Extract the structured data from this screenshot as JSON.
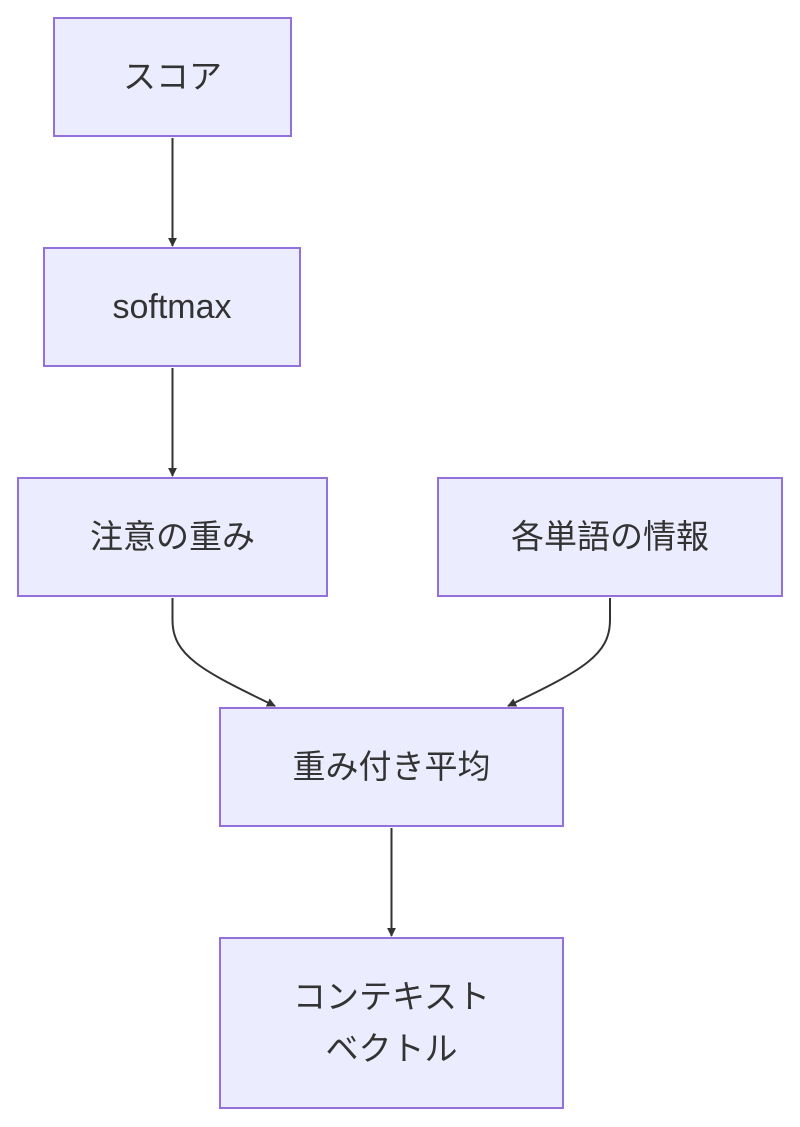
{
  "nodes": {
    "score": "スコア",
    "softmax": "softmax",
    "weights": "注意の重み",
    "info": "各単語の情報",
    "avg": "重み付き平均",
    "context_line1": "コンテキスト",
    "context_line2": "ベクトル"
  },
  "edges": [
    {
      "from": "スコア",
      "to": "softmax"
    },
    {
      "from": "softmax",
      "to": "注意の重み"
    },
    {
      "from": "注意の重み",
      "to": "重み付き平均"
    },
    {
      "from": "各単語の情報",
      "to": "重み付き平均"
    },
    {
      "from": "重み付き平均",
      "to": "コンテキストベクトル"
    }
  ],
  "colors": {
    "node_fill": "#ececff",
    "node_border": "#9370db",
    "text": "#333333",
    "edge": "#333333"
  }
}
